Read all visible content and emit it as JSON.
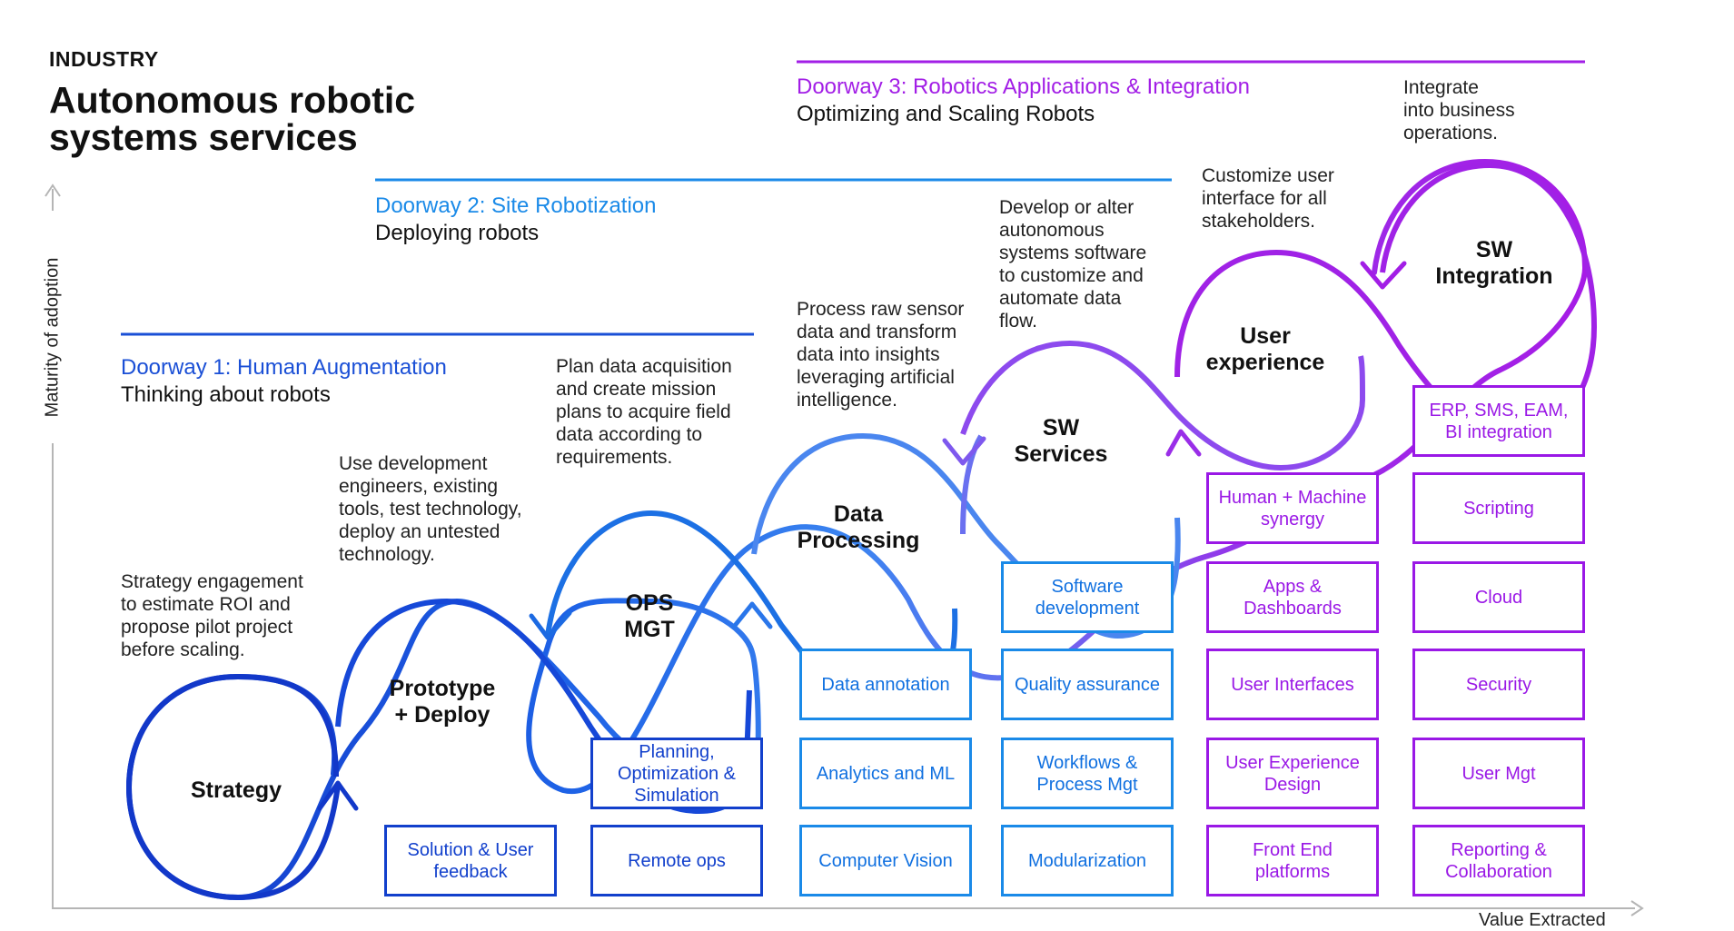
{
  "header": {
    "eyebrow": "INDUSTRY",
    "title": "Autonomous robotic systems services"
  },
  "axes": {
    "y_label": "Maturity of adoption",
    "x_label": "Value Extracted"
  },
  "doorways": [
    {
      "title": "Doorway 1: Human Augmentation",
      "subtitle": "Thinking about robots",
      "color": "#1a4fd6"
    },
    {
      "title": "Doorway 2: Site Robotization",
      "subtitle": "Deploying robots",
      "color": "#1a8ae8"
    },
    {
      "title": "Doorway 3: Robotics Applications & Integration",
      "subtitle": "Optimizing and Scaling Robots",
      "color": "#a21ee6"
    }
  ],
  "stages": [
    {
      "label": "Strategy",
      "description": "Strategy engagement\nto estimate ROI and\npropose pilot project\nbefore scaling."
    },
    {
      "label": "Prototype\n+ Deploy",
      "description": "Use development\nengineers, existing\ntools, test technology,\ndeploy an untested\ntechnology."
    },
    {
      "label": "OPS\nMGT",
      "description": "Plan data acquisition\nand create mission\nplans to acquire field\ndata according to\nrequirements."
    },
    {
      "label": "Data\nProcessing",
      "description": "Process raw sensor\ndata and transform\ndata into insights\nleveraging artificial\nintelligence."
    },
    {
      "label": "SW\nServices",
      "description": "Develop or alter\nautonomous\nsystems software\nto customize and\nautomate data\nflow."
    },
    {
      "label": "User\nexperience",
      "description": "Customize user\ninterface for all\nstakeholders."
    },
    {
      "label": "SW\nIntegration",
      "description": "Integrate\ninto business\noperations."
    }
  ],
  "services": {
    "prototype": [
      "Solution & User feedback"
    ],
    "ops": [
      "Planning, Optimization & Simulation",
      "Remote ops"
    ],
    "data": [
      "Data annotation",
      "Analytics and ML",
      "Computer Vision"
    ],
    "sw_services": [
      "Software development",
      "Quality assurance",
      "Workflows & Process Mgt",
      "Modularization"
    ],
    "user_experience": [
      "Human + Machine synergy",
      "Apps & Dashboards",
      "User Interfaces",
      "User Experience Design",
      "Front End platforms"
    ],
    "integration": [
      "ERP, SMS, EAM, BI integration",
      "Scripting",
      "Cloud",
      "Security",
      "User Mgt",
      "Reporting & Collaboration"
    ]
  },
  "colors": {
    "blue_dark": "#1240cc",
    "blue": "#1a8ae8",
    "purple": "#9a18e6",
    "axis": "#b5b5b5"
  }
}
